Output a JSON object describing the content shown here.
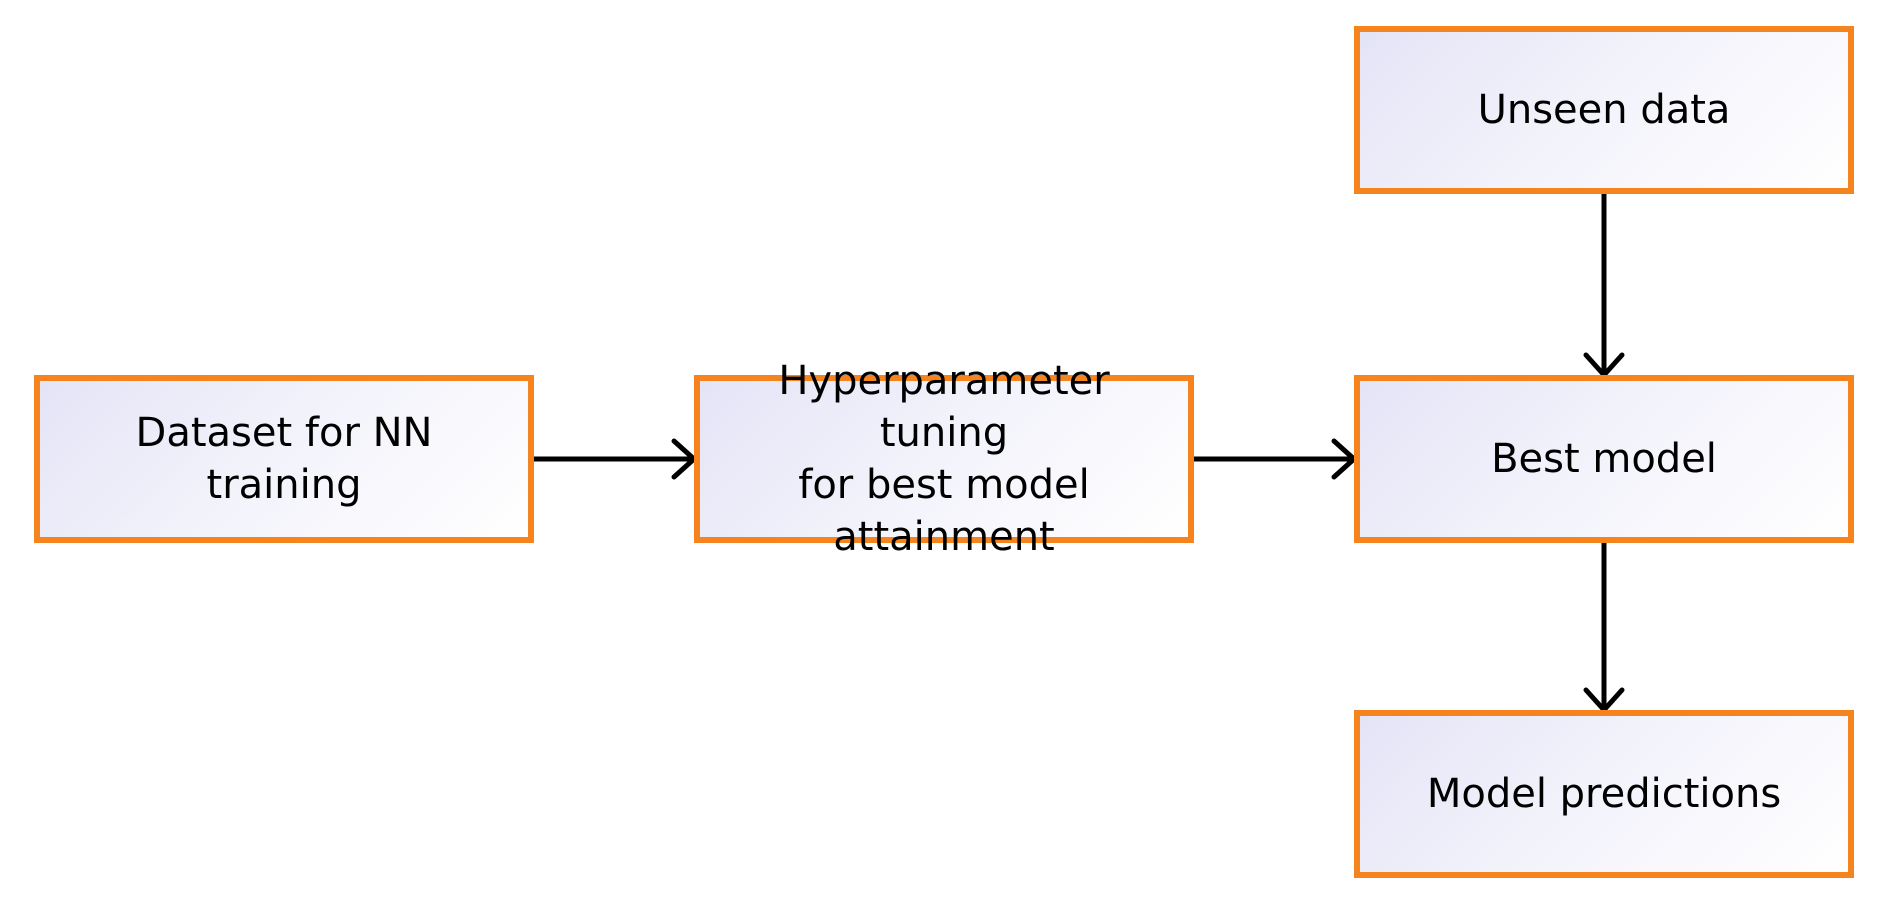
{
  "diagram": {
    "nodes": {
      "dataset": "Dataset for NN training",
      "tuning": {
        "line1": "Hyperparameter tuning",
        "line2": "for best model",
        "line3": "attainment"
      },
      "best_model": "Best model",
      "unseen": "Unseen data",
      "predictions": "Model predictions"
    },
    "colors": {
      "box_border": "#f5841f",
      "arrow": "#000000"
    }
  }
}
